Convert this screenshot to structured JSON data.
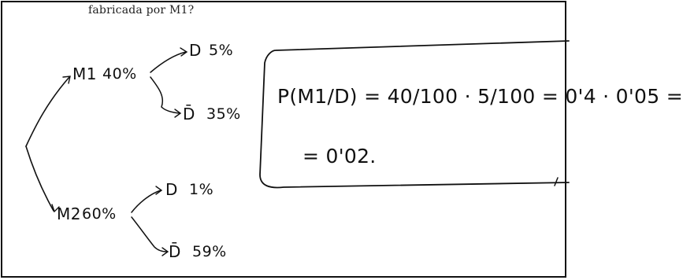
{
  "header": {
    "question_fragment": "fabricada por M1?"
  },
  "tree": {
    "branches": [
      {
        "label": "M1",
        "percent": "40%",
        "children": [
          {
            "label": "D",
            "percent": "5%"
          },
          {
            "label": "D̄",
            "percent": "35%"
          }
        ]
      },
      {
        "label": "M2",
        "percent": "60%",
        "children": [
          {
            "label": "D",
            "percent": "1%"
          },
          {
            "label": "D̄",
            "percent": "59%"
          }
        ]
      }
    ]
  },
  "solution": {
    "line1": "P(M1/D) = 40/100 · 5/100 = 0'4 · 0'05 =",
    "line2": "= 0'02."
  }
}
